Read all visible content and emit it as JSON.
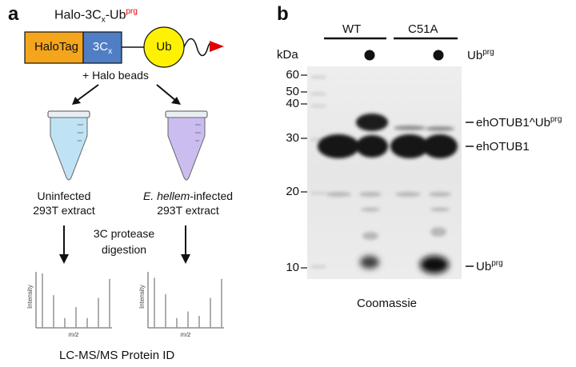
{
  "panel_a": {
    "letter": "a",
    "construct_title": "Halo-3C",
    "construct_sub_x": "x",
    "construct_dash": "-Ub",
    "construct_sup": "prg",
    "halotag_label": "HaloTag",
    "c3_label": "3C",
    "c3_sub": "x",
    "ub_label": "Ub",
    "beads_label": "+ Halo beads",
    "left_extract_line1": "Uninfected",
    "left_extract_line2": "293T extract",
    "right_extract_italic": "E. hellem",
    "right_extract_rest": "-infected",
    "right_extract_line2": "293T extract",
    "protease_line1": "3C protease",
    "protease_line2": "digestion",
    "spectrum_ylabel": "Intensity",
    "spectrum_xlabel": "m/z",
    "footer": "LC-MS/MS Protein ID",
    "colors": {
      "halotag": "#f5a51c",
      "c3": "#4f7ec4",
      "ub": "#fff200",
      "arrowhead": "#e00000",
      "tube_left": "#bfe3f5",
      "tube_right": "#cbbdf0"
    },
    "left_spectrum_peaks": [
      1.0,
      0.6,
      0.18,
      0.38,
      0.18,
      0.55,
      0.9
    ],
    "right_spectrum_peaks": [
      0.92,
      0.62,
      0.18,
      0.3,
      0.22,
      0.55,
      0.9
    ]
  },
  "panel_b": {
    "letter": "b",
    "group_wt": "WT",
    "group_c51a": "C51A",
    "kda_label": "kDa",
    "ubprg_base": "Ub",
    "ubprg_sup": "prg",
    "markers": [
      "60",
      "50",
      "40",
      "30",
      "20",
      "10"
    ],
    "band_label_conj_base": "ehOTUB1^Ub",
    "band_label_conj_sup": "prg",
    "band_label_main": "ehOTUB1",
    "band_label_ub_base": "Ub",
    "band_label_ub_sup": "prg",
    "stain_label": "Coomassie"
  }
}
